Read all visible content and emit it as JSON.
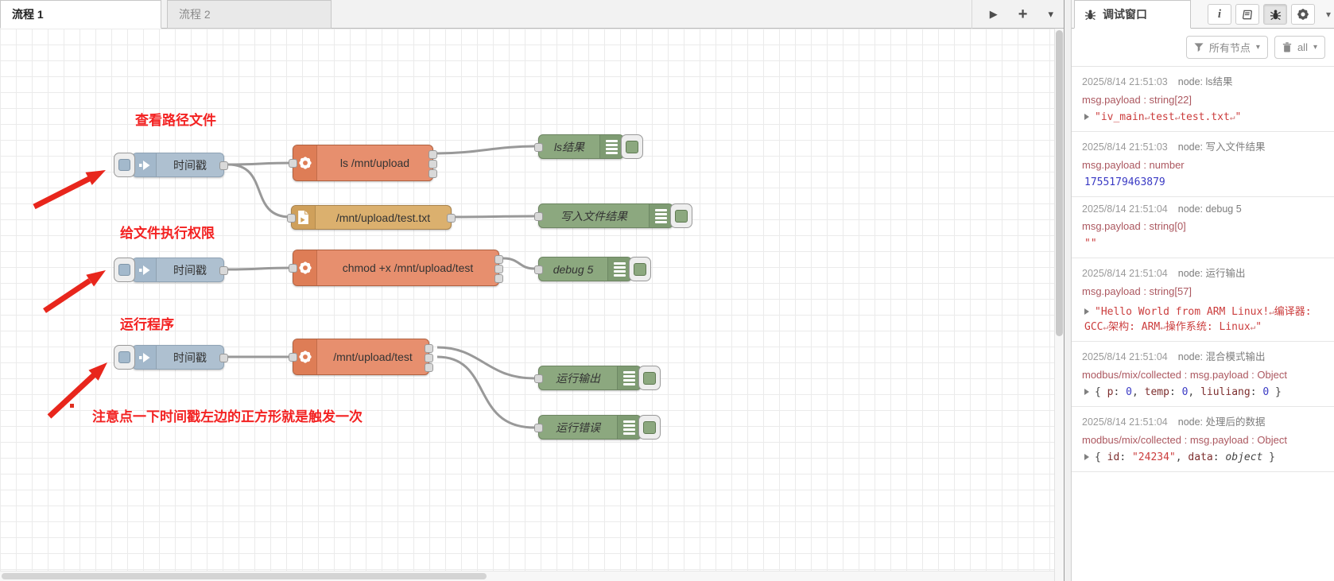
{
  "tabs": {
    "flow1": "流程 1",
    "flow2": "流程 2"
  },
  "icons": {
    "play": "▶",
    "plus": "+",
    "caret": "▾",
    "info": "i",
    "filter_caret": "▾",
    "clear_caret": "▾"
  },
  "flow": {
    "annotations": {
      "a1": "查看路径文件",
      "a2": "给文件执行权限",
      "a3": "运行程序",
      "a4": "注意点一下时间戳左边的正方形就是触发一次"
    },
    "nodes": {
      "inject1": "时间戳",
      "inject2": "时间戳",
      "inject3": "时间戳",
      "exec1": "ls /mnt/upload",
      "file1": "/mnt/upload/test.txt",
      "exec2": "chmod +x /mnt/upload/test",
      "exec3": "/mnt/upload/test",
      "debug1": "ls结果",
      "debug2": "写入文件结果",
      "debug3": "debug 5",
      "debug4": "运行输出",
      "debug5": "运行错误"
    },
    "colors": {
      "inject": "#aec0d0",
      "exec": "#e78f6e",
      "file": "#dbb06e",
      "debug": "#8ca87f",
      "wire": "#999999",
      "annotation": "#f32222"
    }
  },
  "sidebar": {
    "title": "调试窗口",
    "filter_label": "所有节点",
    "clear_label": "all",
    "messages": [
      {
        "timestamp": "2025/8/14 21:51:03",
        "source": "node: ls结果",
        "meta": "msg.payload : string[22]",
        "value_tokens": [
          {
            "cls": "str",
            "text": "\"iv_main"
          },
          {
            "cls": "ret",
            "text": "↵"
          },
          {
            "cls": "str",
            "text": "test"
          },
          {
            "cls": "ret",
            "text": "↵"
          },
          {
            "cls": "str",
            "text": "test.txt"
          },
          {
            "cls": "ret",
            "text": "↵"
          },
          {
            "cls": "str",
            "text": "\""
          }
        ]
      },
      {
        "timestamp": "2025/8/14 21:51:03",
        "source": "node: 写入文件结果",
        "meta": "msg.payload : number",
        "value_tokens": [
          {
            "cls": "num",
            "text": "1755179463879"
          }
        ]
      },
      {
        "timestamp": "2025/8/14 21:51:04",
        "source": "node: debug 5",
        "meta": "msg.payload : string[0]",
        "value_tokens": [
          {
            "cls": "str",
            "text": "\"\""
          }
        ]
      },
      {
        "timestamp": "2025/8/14 21:51:04",
        "source": "node: 运行输出",
        "meta": "msg.payload : string[57]",
        "value_tokens": [
          {
            "cls": "str",
            "text": "\"Hello World from ARM Linux!"
          },
          {
            "cls": "ret",
            "text": "↵"
          },
          {
            "cls": "str",
            "text": "编译器: GCC"
          },
          {
            "cls": "ret",
            "text": "↵"
          },
          {
            "cls": "str",
            "text": "架构: ARM"
          },
          {
            "cls": "ret",
            "text": "↵"
          },
          {
            "cls": "str",
            "text": "操作系统: Linux"
          },
          {
            "cls": "ret",
            "text": "↵"
          },
          {
            "cls": "str",
            "text": "\""
          }
        ]
      },
      {
        "timestamp": "2025/8/14 21:51:04",
        "source": "node: 混合模式输出",
        "meta": "modbus/mix/collected : msg.payload : Object",
        "value_tokens": [
          {
            "cls": "punct",
            "text": "{ "
          },
          {
            "cls": "key",
            "text": "p"
          },
          {
            "cls": "punct",
            "text": ": "
          },
          {
            "cls": "num",
            "text": "0"
          },
          {
            "cls": "punct",
            "text": ", "
          },
          {
            "cls": "key",
            "text": "temp"
          },
          {
            "cls": "punct",
            "text": ": "
          },
          {
            "cls": "num",
            "text": "0"
          },
          {
            "cls": "punct",
            "text": ", "
          },
          {
            "cls": "key",
            "text": "liuliang"
          },
          {
            "cls": "punct",
            "text": ": "
          },
          {
            "cls": "num",
            "text": "0"
          },
          {
            "cls": "punct",
            "text": " }"
          }
        ]
      },
      {
        "timestamp": "2025/8/14 21:51:04",
        "source": "node: 处理后的数据",
        "meta": "modbus/mix/collected : msg.payload : Object",
        "value_tokens": [
          {
            "cls": "punct",
            "text": "{ "
          },
          {
            "cls": "key",
            "text": "id"
          },
          {
            "cls": "punct",
            "text": ": "
          },
          {
            "cls": "str",
            "text": "\"24234\""
          },
          {
            "cls": "punct",
            "text": ", "
          },
          {
            "cls": "key",
            "text": "data"
          },
          {
            "cls": "punct",
            "text": ": "
          },
          {
            "cls": "ital",
            "text": "object"
          },
          {
            "cls": "punct",
            "text": " }"
          }
        ]
      }
    ]
  }
}
